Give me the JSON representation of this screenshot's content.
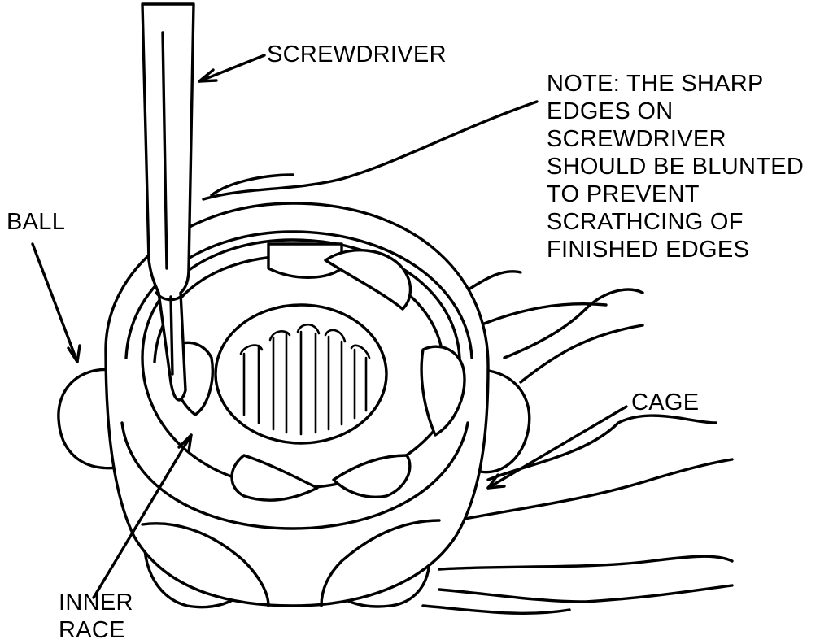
{
  "labels": {
    "screwdriver": "SCREWDRIVER",
    "note": [
      "NOTE: THE SHARP",
      "EDGES ON",
      "SCREWDRIVER",
      "SHOULD BE BLUNTED",
      "TO PREVENT",
      "SCRATHCING OF",
      "FINISHED EDGES"
    ],
    "ball": "BALL",
    "cage": "CAGE",
    "inner_race": [
      "INNER",
      "RACE"
    ]
  },
  "colors": {
    "ink": "#000000",
    "paper": "#ffffff"
  }
}
